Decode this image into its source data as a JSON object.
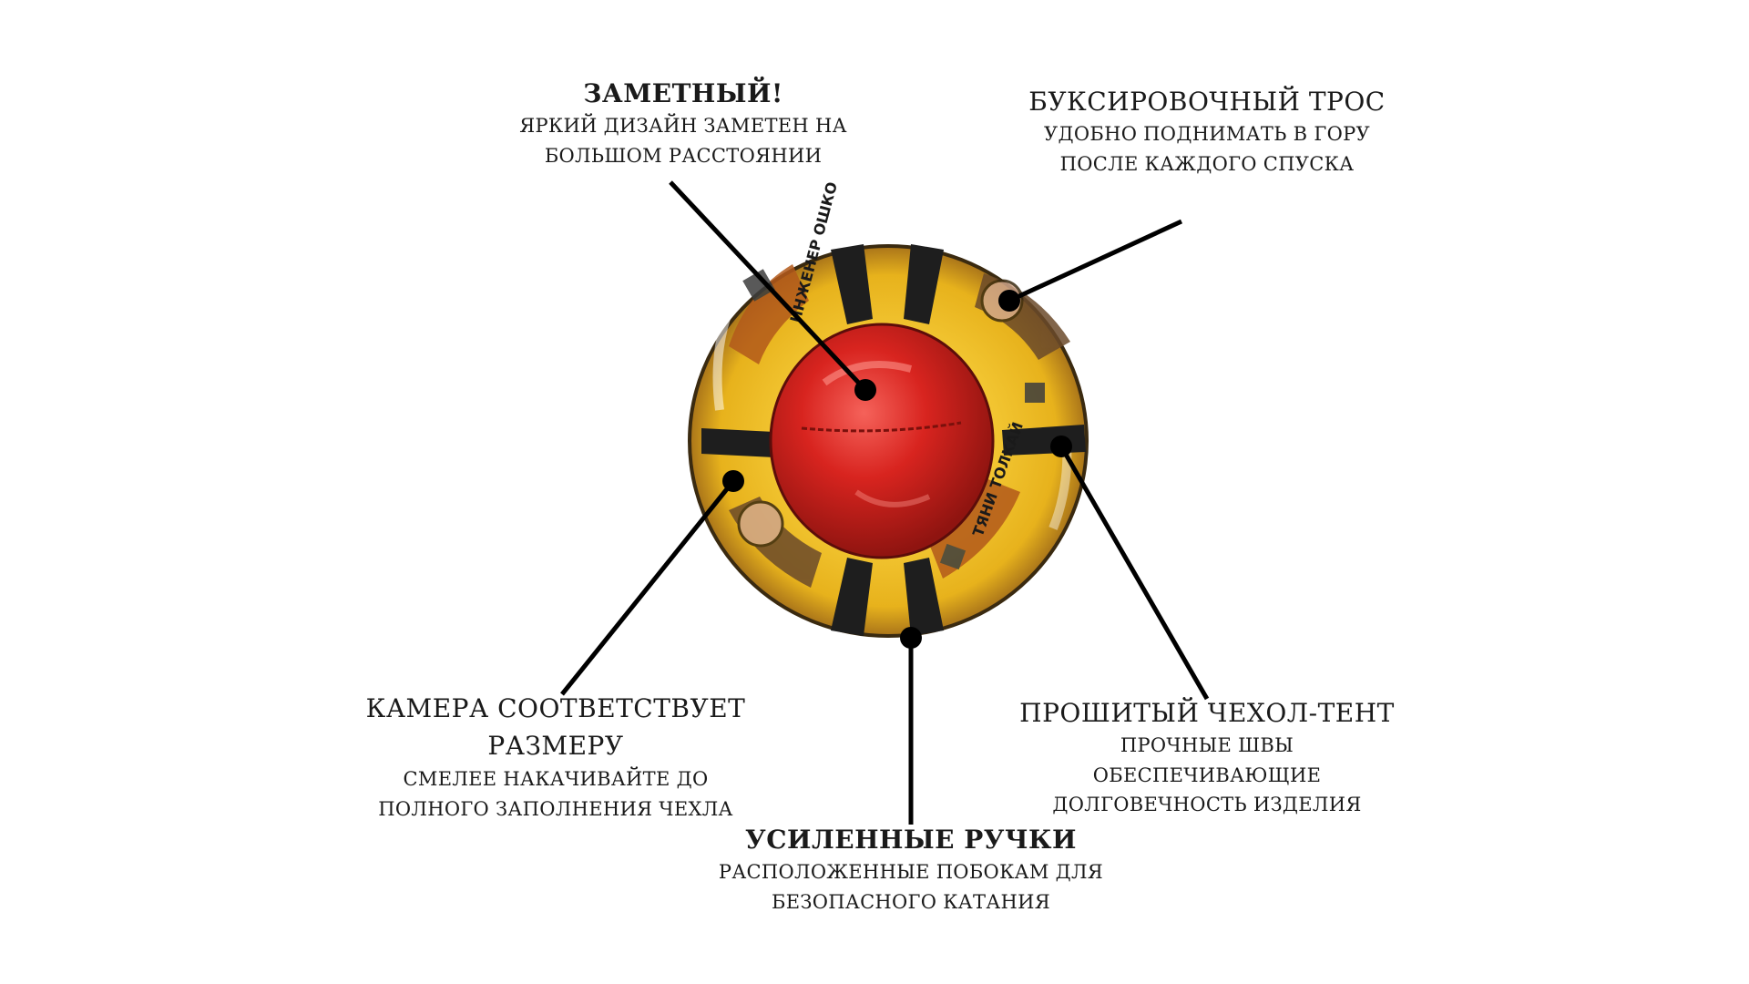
{
  "callouts": {
    "visible": {
      "title": "ЗАМЕТНЫЙ!",
      "lines": [
        "ЯРКИЙ ДИЗАЙН ЗАМЕТЕН НА",
        "БОЛЬШОМ РАССТОЯНИИ"
      ]
    },
    "rope": {
      "title": "БУКСИРОВОЧНЫЙ ТРОС",
      "lines": [
        "УДОБНО ПОДНИМАТЬ В ГОРУ",
        "ПОСЛЕ КАЖДОГО СПУСКА"
      ]
    },
    "size": {
      "title_lines": [
        "КАМЕРА СООТВЕТСТВУЕТ",
        "РАЗМЕРУ"
      ],
      "lines": [
        "СМЕЛЕЕ НАКАЧИВАЙТЕ ДО",
        "ПОЛНОГО ЗАПОЛНЕНИЯ ЧЕХЛА"
      ]
    },
    "cover": {
      "title": "ПРОШИТЫЙ ЧЕХОЛ-ТЕНТ",
      "lines": [
        "ПРОЧНЫЕ ШВЫ",
        "ОБЕСПЕЧИВАЮЩИЕ",
        "ДОЛГОВЕЧНОСТЬ ИЗДЕЛИЯ"
      ]
    },
    "handles": {
      "title": "УСИЛЕННЫЕ РУЧКИ",
      "lines": [
        "РАСПОЛОЖЕННЫЕ ПОБОКАМ ДЛЯ",
        "БЕЗОПАСНОГО КАТАНИЯ"
      ]
    }
  },
  "product": {
    "print_text_top": "ИНЖЕНЕР ОШКО",
    "print_text_bottom": "ТЯНИ ТОЛКАЙ"
  },
  "colors": {
    "outer_ring": "#e7b21c",
    "outer_ring_dark": "#a9741a",
    "seat": "#d8241f",
    "seat_highlight": "#f5625a",
    "strap": "#1e1e1e",
    "pointer": "#000000"
  }
}
